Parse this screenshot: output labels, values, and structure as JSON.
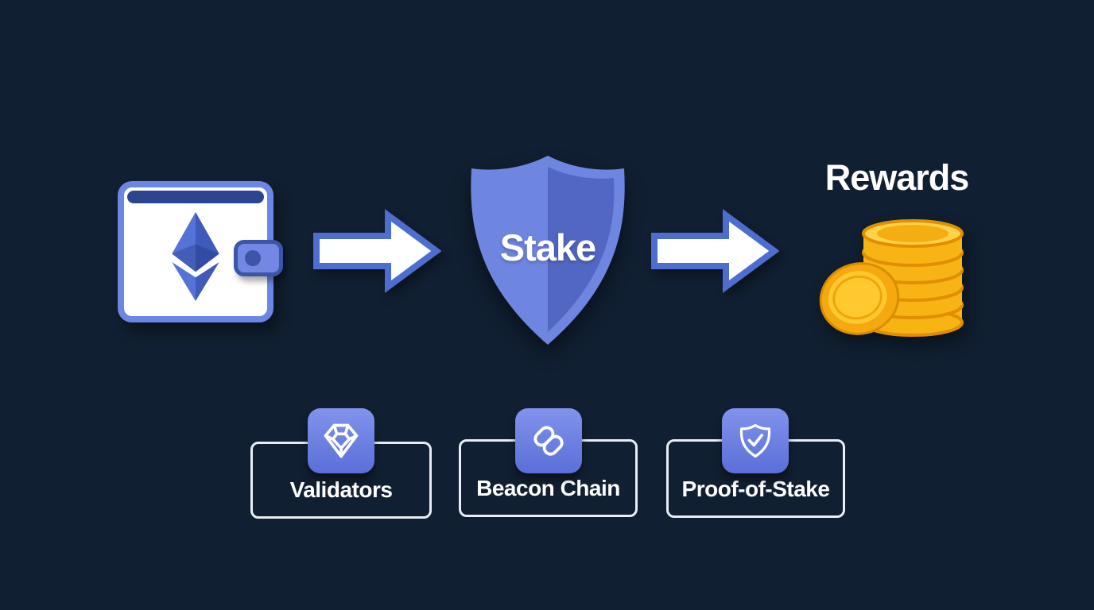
{
  "diagram": {
    "background_color": "#101F31",
    "flow": {
      "wallet": {
        "icon": "ethereum-wallet-icon"
      },
      "stake": {
        "label": "Stake",
        "icon": "shield-icon"
      },
      "rewards": {
        "label": "Rewards",
        "icon": "coins-icon"
      }
    },
    "cards": [
      {
        "icon": "gem-icon",
        "label": "Validators"
      },
      {
        "icon": "link-icon",
        "label": "Beacon Chain"
      },
      {
        "icon": "shield-check-icon",
        "label": "Proof-of-Stake"
      }
    ],
    "colors": {
      "background": "#101F31",
      "wallet_border": "#6B86E3",
      "wallet_band": "#2B4590",
      "arrow_fill": "#FFFFFF",
      "arrow_stroke": "#4E6DD0",
      "shield_left": "#6F86E1",
      "shield_right": "#5167C2",
      "coin_gold": "#F7B413",
      "coin_light": "#FFD24A",
      "coin_shade": "#E08F00",
      "badge_top": "#8193EC",
      "badge_bottom": "#5A6FD8",
      "card_border": "#E9EDF4",
      "text": "#FFFFFF"
    }
  }
}
